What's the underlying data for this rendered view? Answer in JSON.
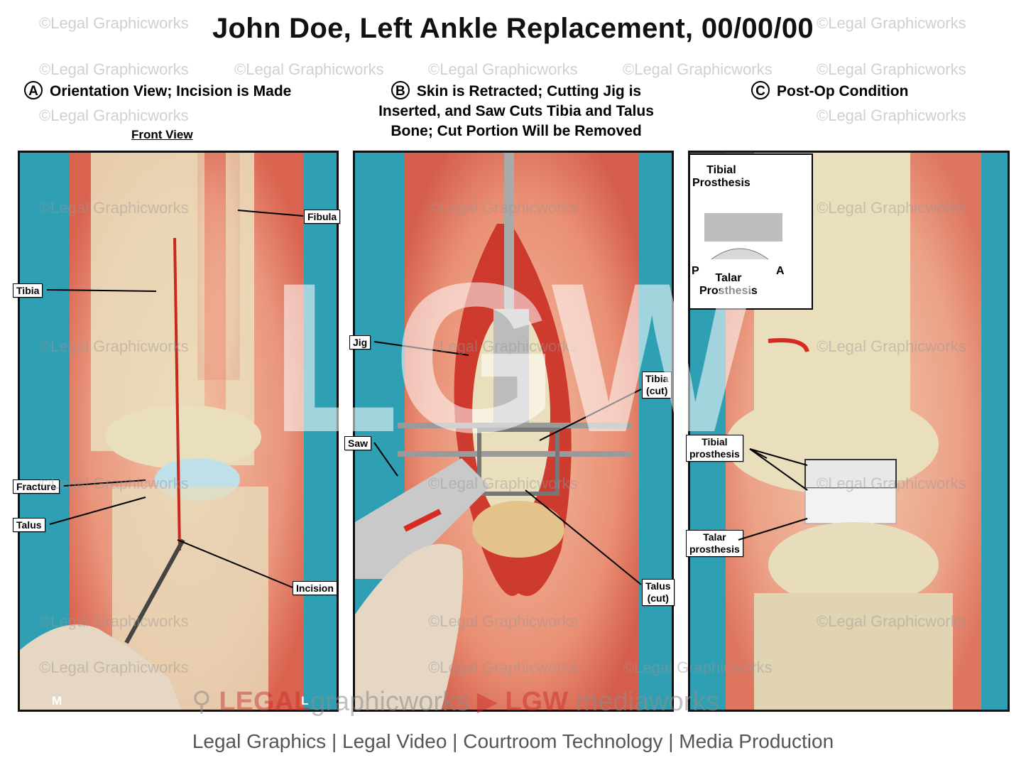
{
  "title": "John Doe, Left Ankle Replacement, 00/00/00",
  "watermark_text": "©Legal Graphicworks",
  "big_watermark": "LGW",
  "sections": {
    "a": {
      "letter": "A",
      "heading": "Orientation View; Incision is Made",
      "subheading": "Front View"
    },
    "b": {
      "letter": "B",
      "heading_line1": "Skin is Retracted; Cutting Jig is",
      "heading_line2": "Inserted, and Saw Cuts Tibia and Talus",
      "heading_line3": "Bone; Cut Portion Will be Removed"
    },
    "c": {
      "letter": "C",
      "heading": "Post-Op Condition"
    }
  },
  "labels": {
    "fibula": "Fibula",
    "tibia": "Tibia",
    "fracture": "Fracture",
    "talus": "Talus",
    "incision": "Incision",
    "jig": "Jig",
    "saw": "Saw",
    "tibia_cut_1": "Tibia",
    "tibia_cut_2": "(cut)",
    "talus_cut_1": "Talus",
    "talus_cut_2": "(cut)",
    "tibial_prosthesis_inset_1": "Tibial",
    "tibial_prosthesis_inset_2": "Prosthesis",
    "talar_prosthesis_inset_1": "Talar",
    "talar_prosthesis_inset_2": "Prosthesis",
    "inset_p": "P",
    "inset_a": "A",
    "tibial_prosthesis_1": "Tibial",
    "tibial_prosthesis_2": "prosthesis",
    "talar_prosthesis_1": "Talar",
    "talar_prosthesis_2": "prosthesis",
    "orient_m": "M",
    "orient_l": "L"
  },
  "brand": {
    "legal": "LEGAL",
    "graphicworks": "graphicworks",
    "lgw": "LGW",
    "mediaworks": "mediaworks"
  },
  "footer": "Legal Graphics | Legal Video | Courtroom Technology | Media Production",
  "colors": {
    "background_teal": "#2f9fb3",
    "skin": "#e8a58a",
    "bone": "#e8dfbf",
    "blood": "#c8281e"
  }
}
